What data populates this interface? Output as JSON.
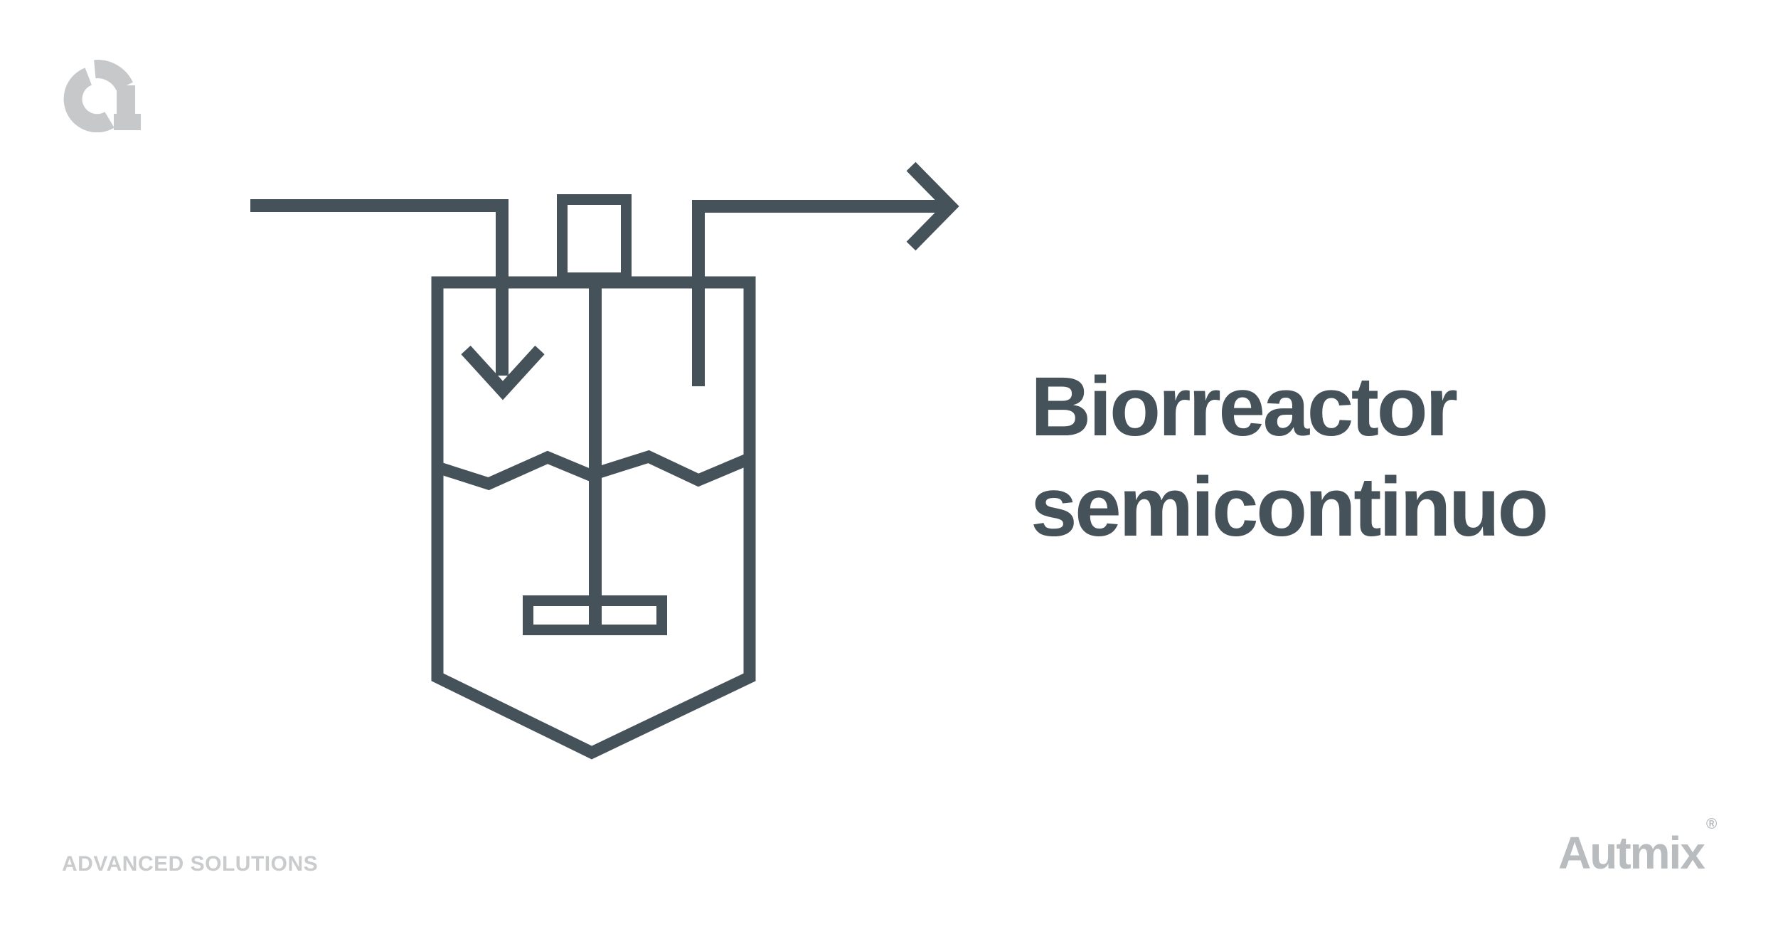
{
  "page": {
    "background": "#FFFFFF"
  },
  "header": {
    "brand_mark_icon": "autmix-a-monogram"
  },
  "main": {
    "title": {
      "text": "Biorreactor semicontinuo",
      "lines": [
        "Biorreactor",
        "semicontinuo"
      ]
    },
    "diagram": {
      "name": "semi-continuous-bioreactor",
      "elements": [
        "inlet-pipe",
        "inlet-down-arrow",
        "outlet-pipe",
        "outlet-right-arrow",
        "tank-with-conical-bottom",
        "motor-mount",
        "agitator-shaft",
        "impeller-paddle",
        "liquid-level-zigzag"
      ]
    }
  },
  "footer": {
    "tagline": "ADVANCED SOLUTIONS",
    "brand": "Autmix",
    "registered_mark": "®"
  },
  "colors": {
    "ink": "#46525A",
    "logo_gray": "#C6C8CA",
    "light_gray_text": "#C9CBCD",
    "brand_gray": "#B9BCBE",
    "page_bg": "#FFFFFF"
  }
}
